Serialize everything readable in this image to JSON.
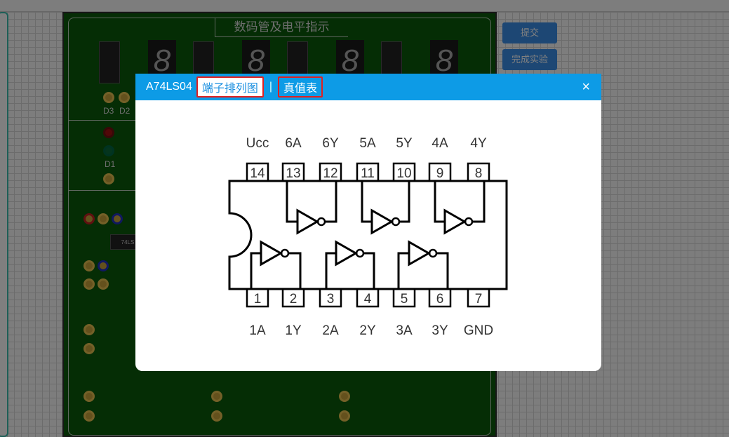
{
  "board": {
    "title": "数码管及电平指示",
    "labels": [
      "D3",
      "D2",
      "D1"
    ],
    "chip_label": "74LS"
  },
  "side_buttons": {
    "submit": "提交",
    "finish": "完成实验"
  },
  "dialog": {
    "title": "A74LS04",
    "tabs": [
      {
        "label": "端子排列图",
        "active": true
      },
      {
        "label": "真值表",
        "active": false
      }
    ],
    "separator": "|",
    "close": "×",
    "pins_top": [
      {
        "num": "14",
        "name": "Ucc"
      },
      {
        "num": "13",
        "name": "6A"
      },
      {
        "num": "12",
        "name": "6Y"
      },
      {
        "num": "11",
        "name": "5A"
      },
      {
        "num": "10",
        "name": "5Y"
      },
      {
        "num": "9",
        "name": "4A"
      },
      {
        "num": "8",
        "name": "4Y"
      }
    ],
    "pins_bottom": [
      {
        "num": "1",
        "name": "1A"
      },
      {
        "num": "2",
        "name": "1Y"
      },
      {
        "num": "3",
        "name": "2A"
      },
      {
        "num": "4",
        "name": "2Y"
      },
      {
        "num": "5",
        "name": "3A"
      },
      {
        "num": "6",
        "name": "3Y"
      },
      {
        "num": "7",
        "name": "GND"
      }
    ]
  }
}
